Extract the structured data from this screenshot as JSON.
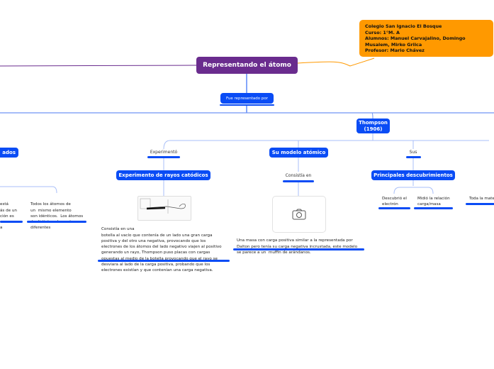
{
  "root": {
    "title": "Representando el átomo",
    "color": "#6a2c8e"
  },
  "info": {
    "lines": [
      "Colegio San Ignacio El Bosque",
      "Curso: 1°M. A",
      "Alumnos: Manuel Carvajalino, Domingo",
      "Musalem, Mirko Grilca",
      "Profesor: Mario Chávez"
    ],
    "color": "#ff9900"
  },
  "connector": "Fue representado por",
  "left_node": "ados",
  "left_texts": {
    "partial": [
      "está",
      "ás de un",
      "ción es",
      "ero o una",
      "a"
    ],
    "second": [
      "Todos los átomos de",
      "un  mismo elemento",
      "son idénticos.  Los átomos",
      "de distintos elementos son",
      "diferentes"
    ]
  },
  "thompson": {
    "title": "Thompson",
    "year": "(1906)",
    "branch1": {
      "label": "Experimentó",
      "node": "Experimento de rayos catódicos",
      "text": [
        "Consistía en una",
        "botella al vacío que contenía de un lado una gran carga",
        "positiva y del otro una negativa, provocando que los",
        "electrones de los átomos del lado negativo viajen al positivo",
        "generando un rayo, Thompson puso placas con cargas",
        "opuestas al medio de la botella provocando que el rayo se",
        "desviara al lado de la carga positiva, probando que los",
        "electrones existían y que contenían una carga negativa."
      ]
    },
    "branch2": {
      "node": "Su modelo atómico",
      "label": "Consistía en",
      "image_icon": "camera-icon",
      "text": [
        "Una masa con carga positiva similar a la representada por",
        "Dalton pero tenía su carga negativa incrustada, este modelo",
        "se parece a un  muffin de arándanos."
      ]
    },
    "branch3": {
      "label": "Sus",
      "node": "Principales descubrimientos",
      "items": [
        "Descubrió el\nelectrón",
        "Midió la relación\ncarga/masa"
      ]
    },
    "right_partial": "Toda la mate"
  },
  "accent": "#0a4cf5"
}
